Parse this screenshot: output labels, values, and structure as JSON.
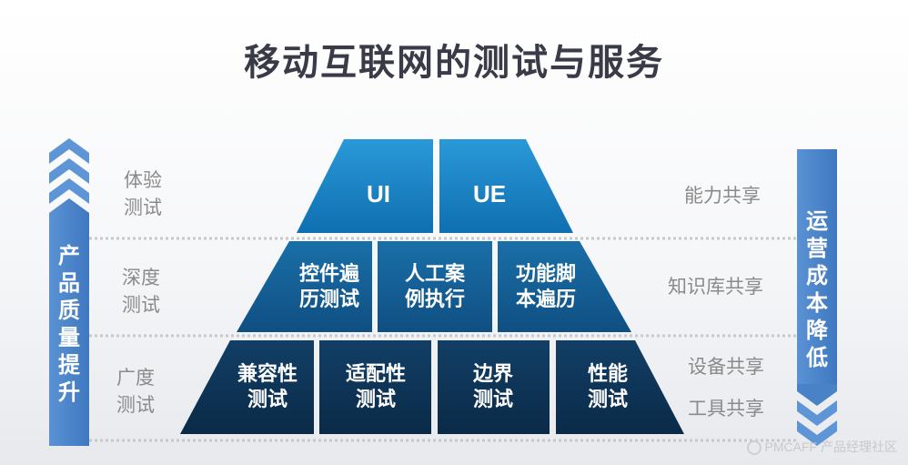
{
  "title": "移动互联网的测试与服务",
  "left_arrow": {
    "label": "产品质量提升"
  },
  "right_arrow": {
    "label": "运营成本降低"
  },
  "layers": [
    {
      "category": "体验\n测试",
      "blocks": [
        "UI",
        "UE"
      ],
      "shares": [
        "能力共享"
      ]
    },
    {
      "category": "深度\n测试",
      "blocks": [
        "控件遍\n历测试",
        "人工案\n例执行",
        "功能脚\n本遍历"
      ],
      "shares": [
        "知识库共享"
      ]
    },
    {
      "category": "广度\n测试",
      "blocks": [
        "兼容性\n测试",
        "适配性\n测试",
        "边界\n测试",
        "性能\n测试"
      ],
      "shares": [
        "设备共享",
        "工具共享"
      ]
    }
  ],
  "watermark": "PMCAFF 产品经理社区",
  "colors": {
    "tier1": "#1f8ccf",
    "tier2": "#145f96",
    "tier3": "#0d3556",
    "arrow": "#4f87cd",
    "text": "#8a8a8a"
  }
}
